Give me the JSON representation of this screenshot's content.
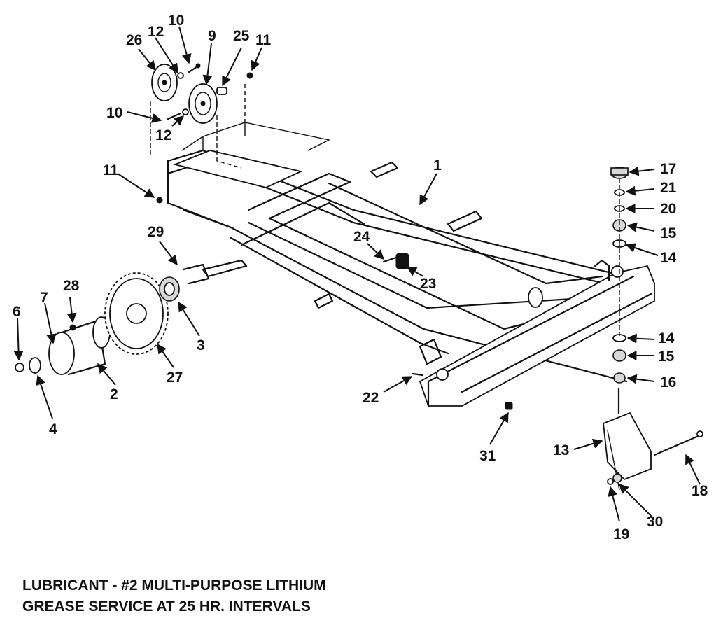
{
  "callouts": [
    "1",
    "2",
    "3",
    "4",
    "6",
    "7",
    "9",
    "10",
    "10",
    "11",
    "11",
    "12",
    "12",
    "13",
    "14",
    "14",
    "15",
    "15",
    "16",
    "17",
    "18",
    "19",
    "20",
    "21",
    "22",
    "23",
    "24",
    "25",
    "26",
    "27",
    "28",
    "29",
    "30",
    "31"
  ],
  "note": {
    "line1": "LUBRICANT - #2 MULTI-PURPOSE LITHIUM",
    "line2": "GREASE SERVICE AT 25 HR. INTERVALS"
  }
}
